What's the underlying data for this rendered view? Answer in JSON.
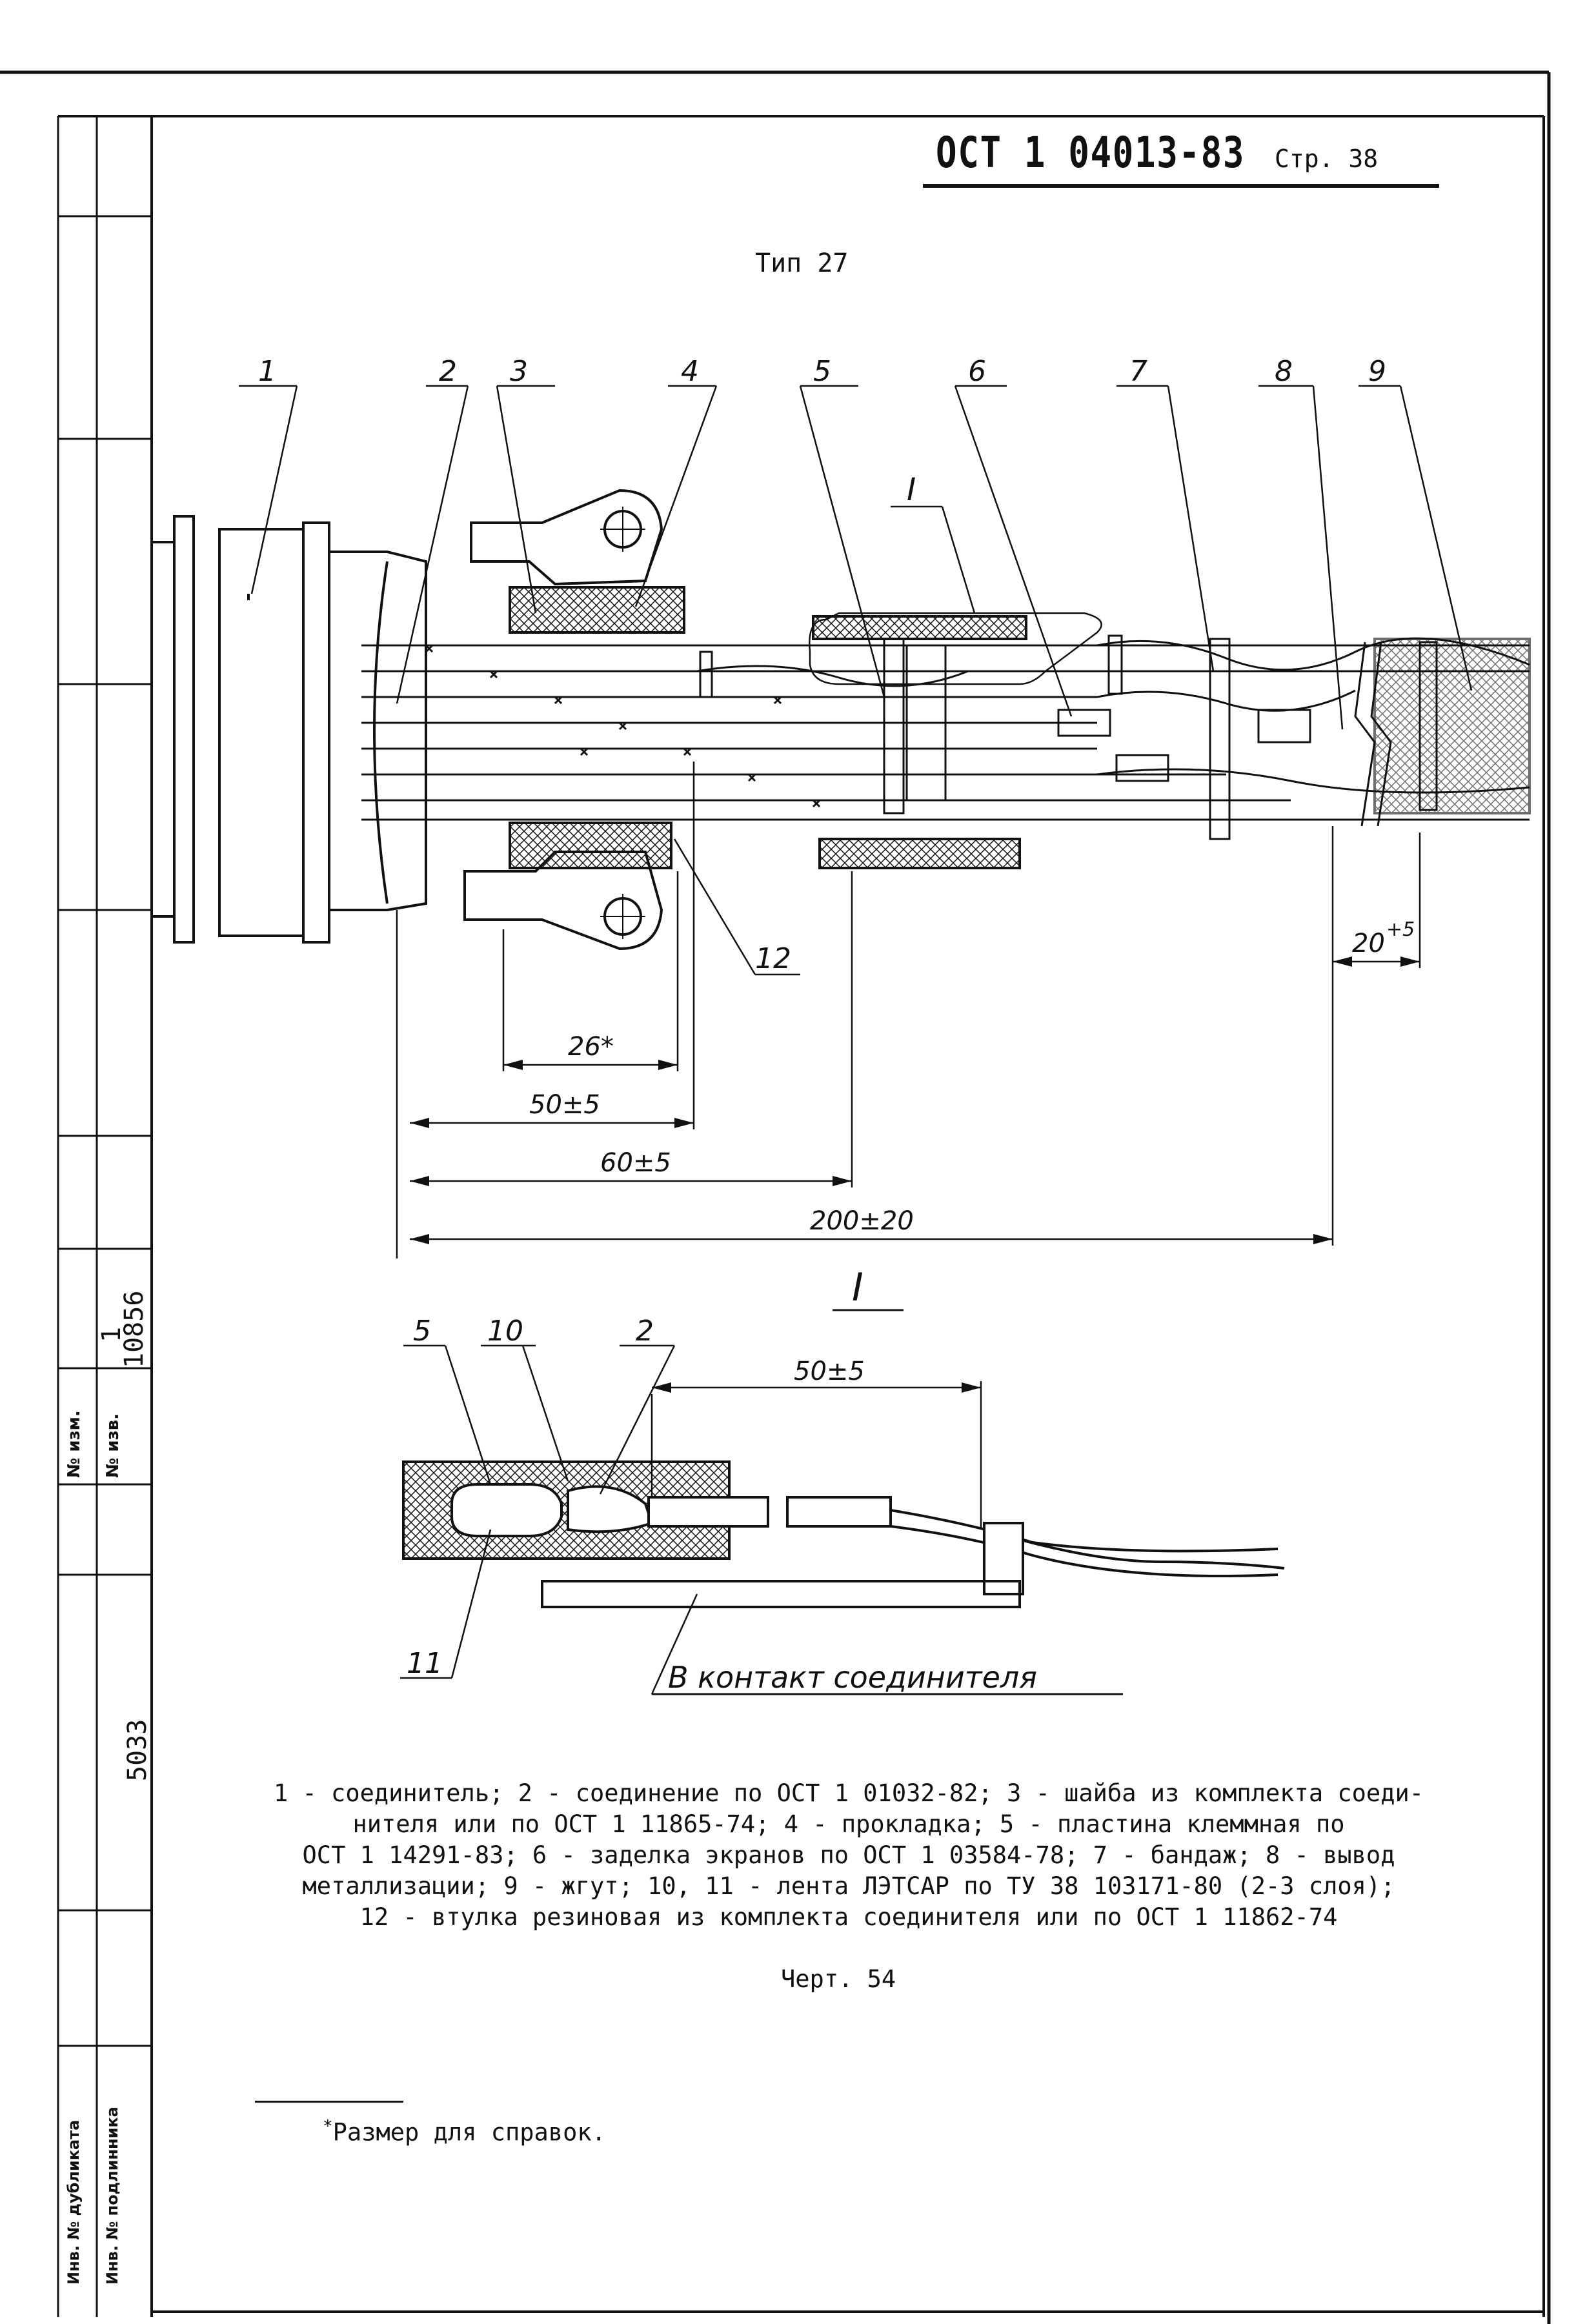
{
  "header": {
    "standard": "ОСТ 1 04013-83",
    "page": "Стр. 38"
  },
  "type_title": "Тип 27",
  "callouts": {
    "main": [
      "1",
      "2",
      "3",
      "4",
      "5",
      "6",
      "7",
      "8",
      "9",
      "12"
    ],
    "detail": [
      "5",
      "10",
      "2",
      "11"
    ],
    "detail_marker": "I"
  },
  "dimensions": {
    "d26": "26*",
    "d50": "50±5",
    "d60": "60±5",
    "d200": "200±20",
    "d20": "20",
    "d20_tol": "+5",
    "detail_d50": "50±5"
  },
  "detail_note": "В контакт соединителя",
  "legend": [
    "1 - соединитель; 2 - соединение по ОСТ 1 01032-82; 3 - шайба из комплекта соеди-",
    "нителя или по ОСТ 1 11865-74; 4 - прокладка; 5 - пластина клеммная по",
    "ОСТ 1 14291-83; 6 - заделка экранов по ОСТ 1 03584-78; 7 - бандаж; 8 - вывод",
    "металлизации; 9 - жгут; 10, 11 - лента ЛЭТСАР по ТУ 38 103171-80 (2-3 слоя);",
    "12 - втулка резиновая из комплекта соединителя или по ОСТ 1 11862-74"
  ],
  "figure_number": "Черт. 54",
  "footnote": {
    "mark": "*",
    "text": "Размер для справок."
  },
  "side_stamp": {
    "change_label": "№ изм.",
    "change_value": "1",
    "notice_label": "№ изв.",
    "notice_value": "10856",
    "dup_label": "Инв. № дубликата",
    "orig_label": "Инв. № подлинника",
    "orig_value": "5033"
  }
}
